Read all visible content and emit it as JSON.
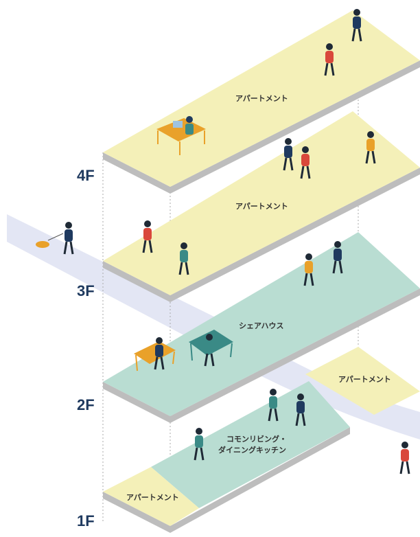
{
  "colors": {
    "apartment": "#f4f0b8",
    "share": "#b9ddd2",
    "side": "#bdbdbd",
    "street": "#e3e6f4",
    "floorLabel": "#1f3a5f",
    "navy": "#1f3a5f",
    "red": "#d9483b",
    "orange": "#e9a12a",
    "teal": "#3a8a86"
  },
  "floors": [
    "4F",
    "3F",
    "2F",
    "1F"
  ],
  "zones": {
    "apartment_top": "アパートメント",
    "apartment_4f": "アパートメント",
    "share_house": "シェアハウス",
    "apartment_2f_right": "アパートメント",
    "common_line1": "コモンリビング・",
    "common_line2": "ダイニングキッチン",
    "apartment_1f": "アパートメント"
  },
  "icons": [
    "dog-walker-icon",
    "person-icon",
    "bench-icon",
    "desk-icon"
  ]
}
